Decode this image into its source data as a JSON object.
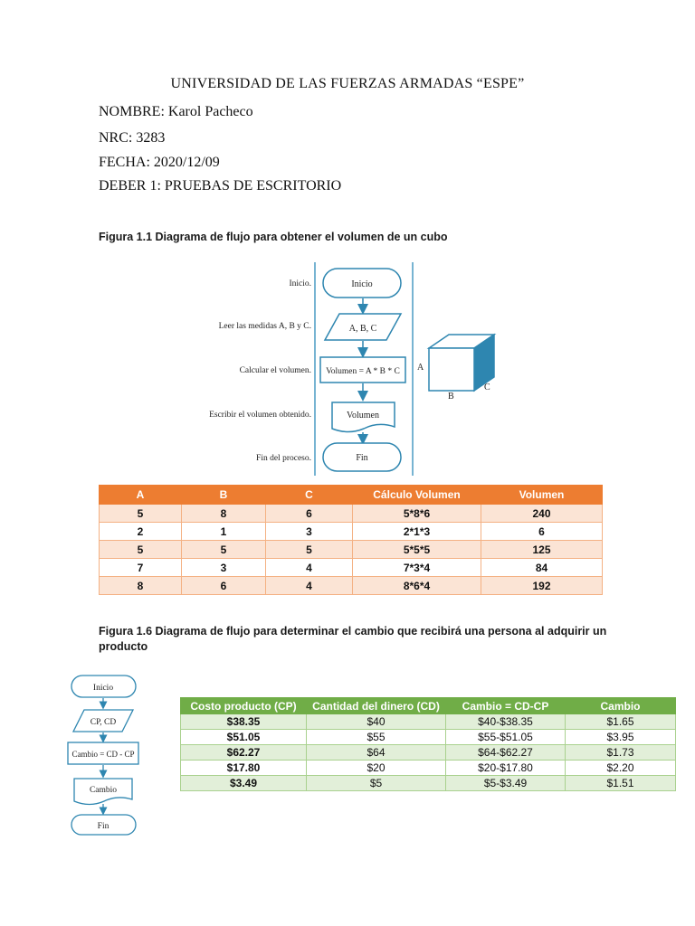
{
  "header": {
    "university": "UNIVERSIDAD DE LAS FUERZAS ARMADAS “ESPE”",
    "nombre": "NOMBRE: Karol Pacheco",
    "nrc": "NRC: 3283",
    "fecha": "FECHA: 2020/12/09",
    "deber": "DEBER 1: PRUEBAS DE ESCRITORIO"
  },
  "figure1": {
    "caption": "Figura 1.1 Diagrama de flujo para obtener el volumen de un cubo",
    "steps": [
      {
        "label": "Inicio.",
        "shape_text": "Inicio"
      },
      {
        "label": "Leer las medidas A, B y C.",
        "shape_text": "A, B, C"
      },
      {
        "label": "Calcular el volumen.",
        "shape_text": "Volumen = A * B * C"
      },
      {
        "label": "Escribir el volumen obtenido.",
        "shape_text": "Volumen"
      },
      {
        "label": "Fin del proceso.",
        "shape_text": "Fin"
      }
    ],
    "cube_labels": {
      "a": "A",
      "b": "B",
      "c": "C"
    }
  },
  "table1": {
    "headers": [
      "A",
      "B",
      "C",
      "Cálculo Volumen",
      "Volumen"
    ],
    "rows": [
      [
        "5",
        "8",
        "6",
        "5*8*6",
        "240"
      ],
      [
        "2",
        "1",
        "3",
        "2*1*3",
        "6"
      ],
      [
        "5",
        "5",
        "5",
        "5*5*5",
        "125"
      ],
      [
        "7",
        "3",
        "4",
        "7*3*4",
        "84"
      ],
      [
        "8",
        "6",
        "4",
        "8*6*4",
        "192"
      ]
    ]
  },
  "figure2": {
    "caption_line1": "Figura 1.6 Diagrama de flujo para determinar el cambio que recibirá una persona al adquirir un",
    "caption_line2": "producto",
    "shapes": [
      "Inicio",
      "CP, CD",
      "Cambio = CD - CP",
      "Cambio",
      "Fin"
    ]
  },
  "table2": {
    "headers": [
      "Costo producto (CP)",
      "Cantidad del dinero (CD)",
      "Cambio = CD-CP",
      "Cambio"
    ],
    "rows": [
      [
        "$38.35",
        "$40",
        "$40-$38.35",
        "$1.65"
      ],
      [
        "$51.05",
        "$55",
        "$55-$51.05",
        "$3.95"
      ],
      [
        "$62.27",
        "$64",
        "$64-$62.27",
        "$1.73"
      ],
      [
        "$17.80",
        "$20",
        "$20-$17.80",
        "$2.20"
      ],
      [
        "$3.49",
        "$5",
        "$5-$3.49",
        "$1.51"
      ]
    ]
  },
  "colors": {
    "flow_stroke": "#2e86b0",
    "table1_header": "#ed7d31",
    "table1_band": "#fbe4d5",
    "table2_header": "#70ad47",
    "table2_band": "#e2efd9"
  }
}
